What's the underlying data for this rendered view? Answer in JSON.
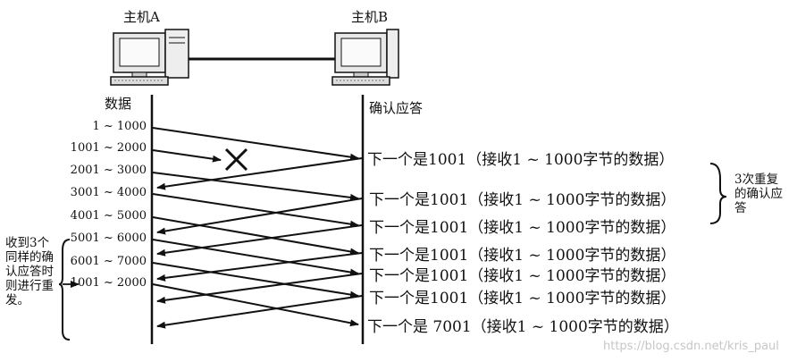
{
  "hosts": {
    "a": "主机A",
    "b": "主机B"
  },
  "columns": {
    "sender": "数据",
    "receiver": "确认应答"
  },
  "segments": [
    "1 ~ 1000",
    "1001 ~ 2000",
    "2001 ~ 3000",
    "3001 ~ 4000",
    "4001 ~ 5000",
    "5001 ~ 6000",
    "6001 ~ 7000",
    "1001 ~ 2000"
  ],
  "acks": [
    "下一个是1001（接收1 ~ 1000字节的数据）",
    "下一个是1001（接收1 ~ 1000字节的数据）",
    "下一个是1001（接收1 ~ 1000字节的数据）",
    "下一个是1001（接收1 ~ 1000字节的数据）",
    "下一个是1001（接收1 ~ 1000字节的数据）",
    "下一个是1001（接收1 ~ 1000字节的数据）",
    "下一个是 7001（接收1 ~ 1000字节的数据）"
  ],
  "notes": {
    "repeat": "3次重复的确认应答",
    "retransmit": "收到3个同样的确认应答时则进行重发。"
  },
  "watermark": "https://blog.csdn.net/kris_paul",
  "icons": [
    "computer-icon",
    "computer-icon",
    "lost-segment-x-icon"
  ]
}
